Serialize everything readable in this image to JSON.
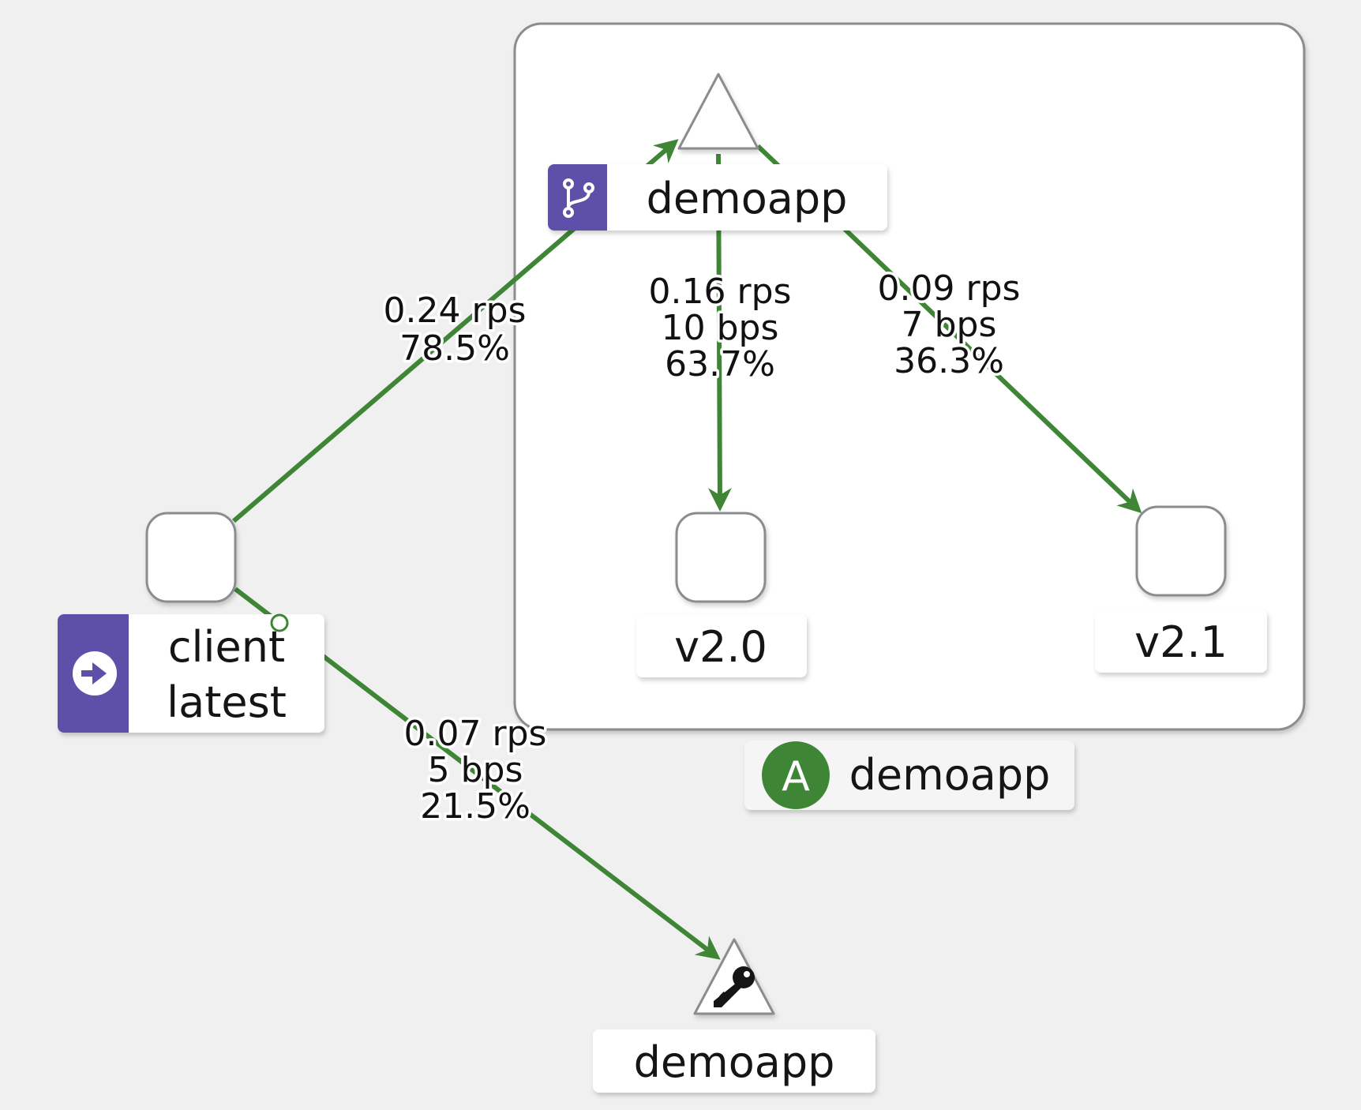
{
  "graph": {
    "nodes": {
      "client": {
        "label_line1": "client",
        "label_line2": "latest"
      },
      "service": {
        "label": "demoapp"
      },
      "v20": {
        "label": "v2.0"
      },
      "v21": {
        "label": "v2.1"
      },
      "app_group": {
        "badge": "A",
        "label": "demoapp"
      },
      "service_entry": {
        "label": "demoapp"
      }
    },
    "edges": {
      "client_to_service": {
        "rps": "0.24 rps",
        "percent": "78.5%"
      },
      "service_to_v20": {
        "rps": "0.16 rps",
        "bps": "10 bps",
        "percent": "63.7%"
      },
      "service_to_v21": {
        "rps": "0.09 rps",
        "bps": "7 bps",
        "percent": "36.3%"
      },
      "client_to_service_entry": {
        "rps": "0.07 rps",
        "bps": "5 bps",
        "percent": "21.5%"
      }
    }
  },
  "colors": {
    "edge": "#3e8635",
    "badge_purple": "#5e50a8",
    "app_badge_green": "#3e8635",
    "node_border": "#8a8d90",
    "background": "#f0f0f0"
  },
  "icons": {
    "virtual_service": "branch-icon",
    "client": "arrow-right-circle-icon",
    "service_entry": "key-icon"
  }
}
